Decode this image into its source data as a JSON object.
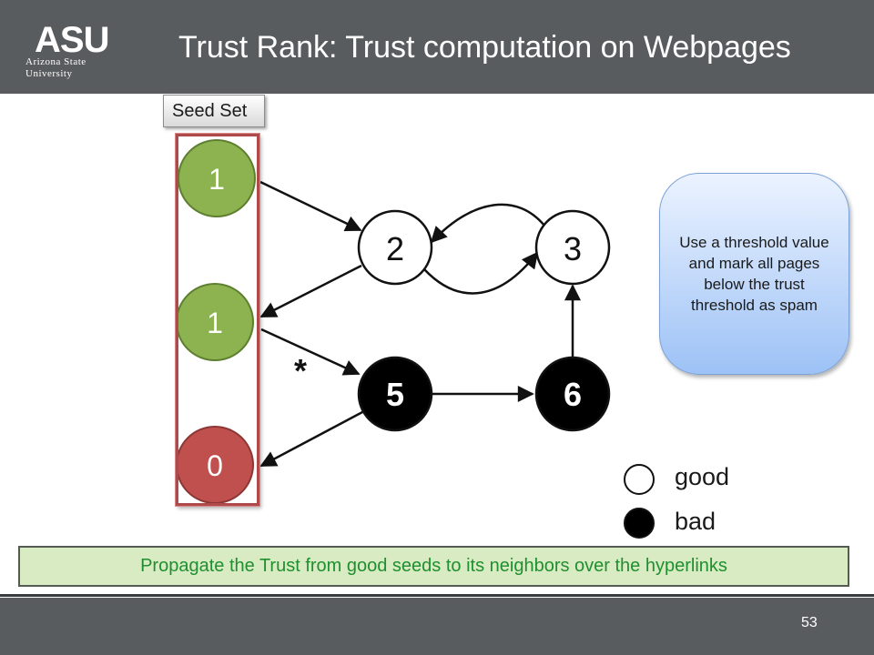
{
  "header": {
    "title": "Trust Rank: Trust computation on Webpages",
    "logo": {
      "mark": "ASU",
      "line1": "Arizona State",
      "line2": "University"
    }
  },
  "seed_set": {
    "label": "Seed Set"
  },
  "seed_nodes": [
    {
      "id": "seed-top",
      "value": "1",
      "color": "#8cb350"
    },
    {
      "id": "seed-middle",
      "value": "1",
      "color": "#8cb350"
    },
    {
      "id": "seed-bottom",
      "value": "0",
      "color": "#c0504d"
    }
  ],
  "graph_nodes": [
    {
      "id": "node-2",
      "label": "2",
      "kind": "good"
    },
    {
      "id": "node-3",
      "label": "3",
      "kind": "good"
    },
    {
      "id": "node-5",
      "label": "5",
      "kind": "bad"
    },
    {
      "id": "node-6",
      "label": "6",
      "kind": "bad"
    }
  ],
  "edges": [
    {
      "from": "1 (top)",
      "to": "2"
    },
    {
      "from": "2",
      "to": "3"
    },
    {
      "from": "3",
      "to": "2"
    },
    {
      "from": "2",
      "to": "1 (middle)"
    },
    {
      "from": "1 (middle)",
      "to": "5",
      "label": "*"
    },
    {
      "from": "5",
      "to": "6"
    },
    {
      "from": "6",
      "to": "3"
    },
    {
      "from": "5",
      "to": "0"
    }
  ],
  "edge_label": "*",
  "legend": {
    "good": "good",
    "bad": "bad"
  },
  "callout": {
    "text": "Use a threshold value and mark all pages below the trust threshold as spam"
  },
  "footer_note": {
    "text": "Propagate the Trust from good seeds to its neighbors over the hyperlinks"
  },
  "page_number": "53",
  "colors": {
    "header_bg": "#595c5e",
    "good_seed": "#8cb350",
    "bad_seed": "#c0504d",
    "note_text": "#1f8f2f",
    "callout_bg": "#9dc2f6"
  }
}
